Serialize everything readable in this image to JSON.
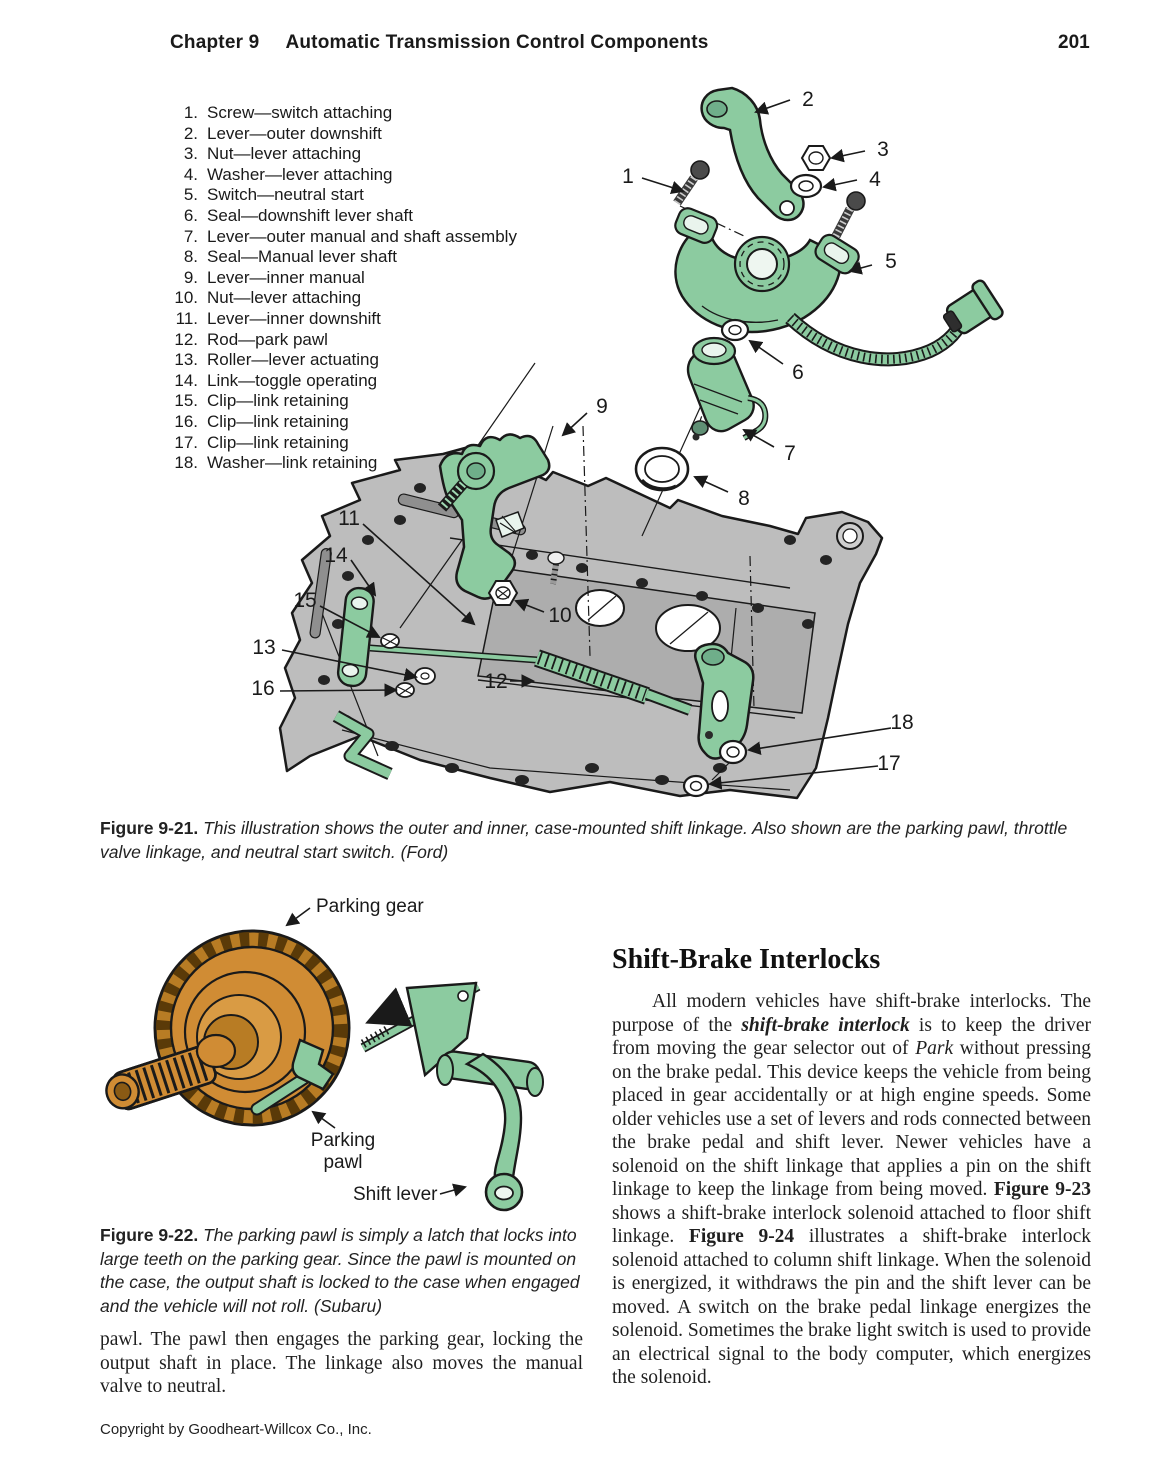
{
  "header": {
    "chapter": "Chapter 9",
    "title": "Automatic Transmission Control Components",
    "page_number": "201"
  },
  "footer": {
    "copyright": "Copyright by Goodheart-Willcox Co., Inc."
  },
  "colors": {
    "part_green": "#8ccba0",
    "part_green_dark": "#5d9c78",
    "gear_orange": "#d08c34",
    "gear_orange_dark": "#a96d1e",
    "case_gray": "#bdbdbd",
    "case_gray_dark": "#a3a3a3",
    "outline_black": "#1a1a1a"
  },
  "figure21": {
    "parts": [
      {
        "num": "1.",
        "label": "Screw—switch attaching"
      },
      {
        "num": "2.",
        "label": "Lever—outer downshift"
      },
      {
        "num": "3.",
        "label": "Nut—lever attaching"
      },
      {
        "num": "4.",
        "label": "Washer—lever attaching"
      },
      {
        "num": "5.",
        "label": "Switch—neutral start"
      },
      {
        "num": "6.",
        "label": "Seal—downshift lever shaft"
      },
      {
        "num": "7.",
        "label": "Lever—outer manual and shaft assembly"
      },
      {
        "num": "8.",
        "label": "Seal—Manual lever shaft"
      },
      {
        "num": "9.",
        "label": "Lever—inner manual"
      },
      {
        "num": "10.",
        "label": "Nut—lever attaching"
      },
      {
        "num": "11.",
        "label": "Lever—inner downshift"
      },
      {
        "num": "12.",
        "label": "Rod—park pawl"
      },
      {
        "num": "13.",
        "label": "Roller—lever actuating"
      },
      {
        "num": "14.",
        "label": "Link—toggle operating"
      },
      {
        "num": "15.",
        "label": "Clip—link retaining"
      },
      {
        "num": "16.",
        "label": "Clip—link retaining"
      },
      {
        "num": "17.",
        "label": "Clip—link retaining"
      },
      {
        "num": "18.",
        "label": "Washer—link retaining"
      }
    ],
    "callouts": [
      "1",
      "2",
      "3",
      "4",
      "5",
      "6",
      "7",
      "8",
      "9",
      "10",
      "11",
      "12",
      "13",
      "14",
      "15",
      "16",
      "17",
      "18"
    ],
    "caption": {
      "label": "Figure 9-21.",
      "text": " This illustration shows the outer and inner, case-mounted shift linkage. Also shown are the parking pawl, throttle valve linkage, and neutral start switch. (Ford)"
    }
  },
  "figure22": {
    "labels": {
      "parking_gear": "Parking gear",
      "parking_pawl_line1": "Parking",
      "parking_pawl_line2": "pawl",
      "shift_lever": "Shift lever"
    },
    "caption": {
      "label": "Figure 9-22.",
      "text": " The parking pawl is simply a latch that locks into large teeth on the parking gear. Since the pawl is mounted on the case, the output shaft is locked to the case when engaged and the vehicle will not roll. (Subaru)"
    }
  },
  "left_column": {
    "paragraph": "pawl. The pawl then engages the parking gear, locking the output shaft in place. The linkage also moves the manual valve to neutral."
  },
  "right_column": {
    "heading": "Shift-Brake Interlocks",
    "runs": [
      {
        "text": "All modern vehicles have shift-brake interlocks. The purpose of the "
      },
      {
        "text": "shift-brake interlock"
      },
      {
        "text": " is to keep the driver from moving the gear selector out of "
      },
      {
        "text": "Park"
      },
      {
        "text": " without pressing on the brake pedal. This device keeps the vehicle from being placed in gear accidentally or at high engine speeds. Some older vehicles use a set of levers and rods connected between the brake pedal and shift lever. Newer vehicles have a solenoid on the shift linkage that applies a pin on the shift linkage to keep the linkage from being moved. "
      },
      {
        "text": "Figure 9-23"
      },
      {
        "text": " shows a shift-brake interlock solenoid attached to floor shift linkage. "
      },
      {
        "text": "Figure 9-24"
      },
      {
        "text": " illustrates a shift-brake interlock solenoid attached to column shift linkage. When the solenoid is energized, it withdraws the pin and the shift lever can be moved. A switch on the brake pedal linkage energizes the solenoid. Sometimes the brake light switch is used to provide an electrical signal to the body computer, which energizes the solenoid."
      }
    ]
  }
}
